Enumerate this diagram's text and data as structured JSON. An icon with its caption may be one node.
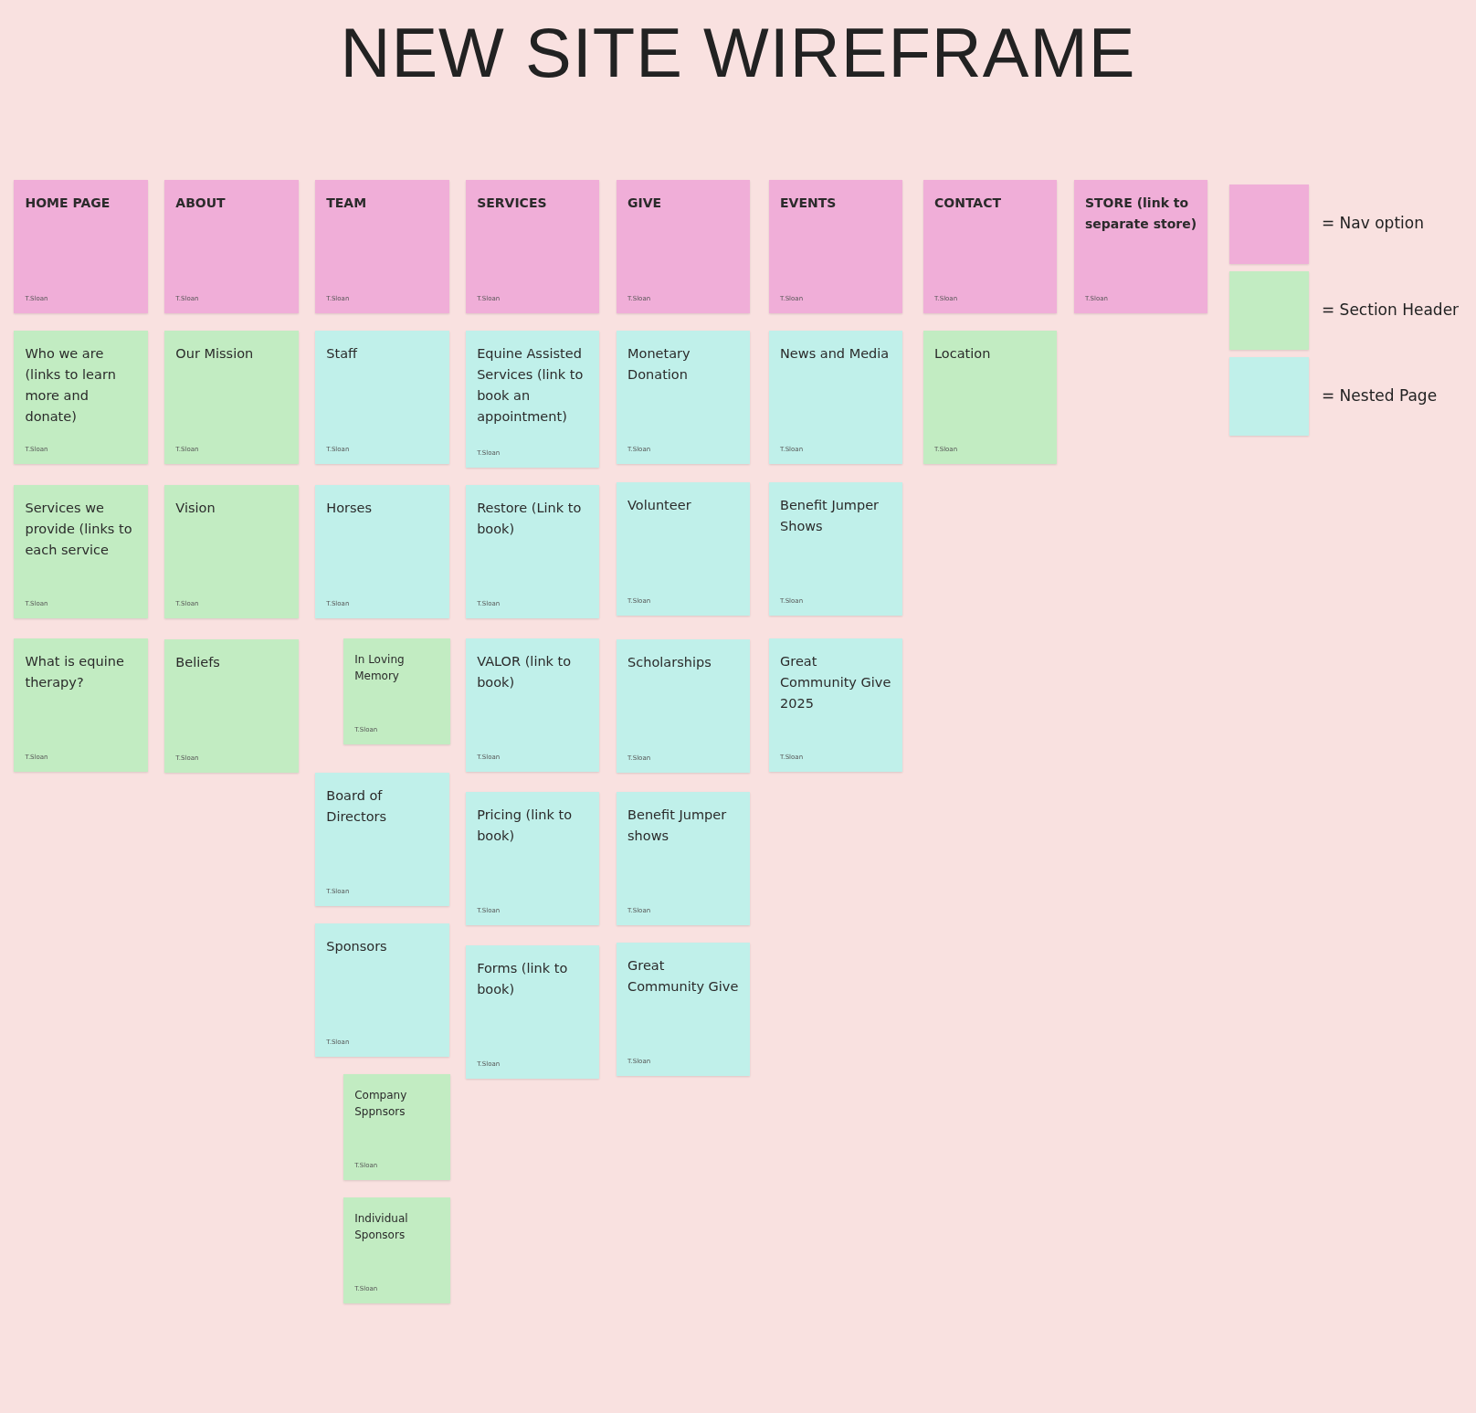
{
  "diagram": {
    "title": "NEW SITE WIREFRAME",
    "nodes": [
      {
        "text": [
          "HOME PAGE",
          "T.Sloan"
        ]
      },
      {
        "text": [
          "Who we are (links to learn more and donate)",
          "T.Sloan"
        ]
      },
      {
        "text": [
          "Services we provide (links to each service",
          "T.Sloan"
        ]
      },
      {
        "text": [
          "What is equine therapy?",
          "T.Sloan"
        ]
      },
      {
        "text": [
          "ABOUT",
          "T.Sloan"
        ]
      },
      {
        "text": [
          "Our Mission",
          "T.Sloan"
        ]
      },
      {
        "text": [
          "Vision",
          "T.Sloan"
        ]
      },
      {
        "text": [
          "Beliefs",
          "T.Sloan"
        ]
      },
      {
        "text": [
          "TEAM",
          "T.Sloan"
        ]
      },
      {
        "text": [
          "Staff",
          "T.Sloan"
        ]
      },
      {
        "text": [
          "Horses",
          "T.Sloan"
        ]
      },
      {
        "text": [
          "In Loving Memory",
          "T.Sloan"
        ]
      },
      {
        "text": [
          "Board of Directors",
          "T.Sloan"
        ]
      },
      {
        "text": [
          "Sponsors",
          "T.Sloan"
        ]
      },
      {
        "text": [
          "Company Sppnsors",
          "T.Sloan"
        ]
      },
      {
        "text": [
          "Individual Sponsors",
          "T.Sloan"
        ]
      },
      {
        "text": [
          "SERVICES",
          "T.Sloan"
        ]
      },
      {
        "text": [
          "Equine Assisted Services (link to book an appointment)",
          "T.Sloan"
        ]
      },
      {
        "text": [
          "Restore (Link to book)",
          "T.Sloan"
        ]
      },
      {
        "text": [
          "VALOR (link to book)",
          "T.Sloan"
        ]
      },
      {
        "text": [
          "Pricing (link to book)",
          "T.Sloan"
        ]
      },
      {
        "text": [
          "Forms (link to book)",
          "T.Sloan"
        ]
      },
      {
        "text": [
          "GIVE",
          "T.Sloan"
        ]
      },
      {
        "text": [
          "Monetary Donation",
          "T.Sloan"
        ]
      },
      {
        "text": [
          "Volunteer",
          "T.Sloan"
        ]
      },
      {
        "text": [
          "Scholarships",
          "T.Sloan"
        ]
      },
      {
        "text": [
          "Benefit Jumper shows",
          "T.Sloan"
        ]
      },
      {
        "text": [
          "Great Community Give",
          "T.Sloan"
        ]
      },
      {
        "text": [
          "EVENTS",
          "T.Sloan"
        ]
      },
      {
        "text": [
          "News and Media",
          "T.Sloan"
        ]
      },
      {
        "text": [
          "Benefit Jumper Shows",
          "T.Sloan"
        ]
      },
      {
        "text": [
          "Great Community Give 2025",
          "T.Sloan"
        ]
      },
      {
        "text": [
          "CONTACT",
          "T.Sloan"
        ]
      },
      {
        "text": [
          "Location",
          "T.Sloan"
        ]
      },
      {
        "text": [
          "STORE (link to separate store)",
          "T.Sloan"
        ]
      }
    ],
    "legend": [
      {
        "text": "= Nav option",
        "color": "#f0aed8"
      },
      {
        "text": "= Section Header",
        "color": "#c2ecc2"
      },
      {
        "text": "= Nested Page",
        "color": "#c0f0ea"
      }
    ]
  }
}
